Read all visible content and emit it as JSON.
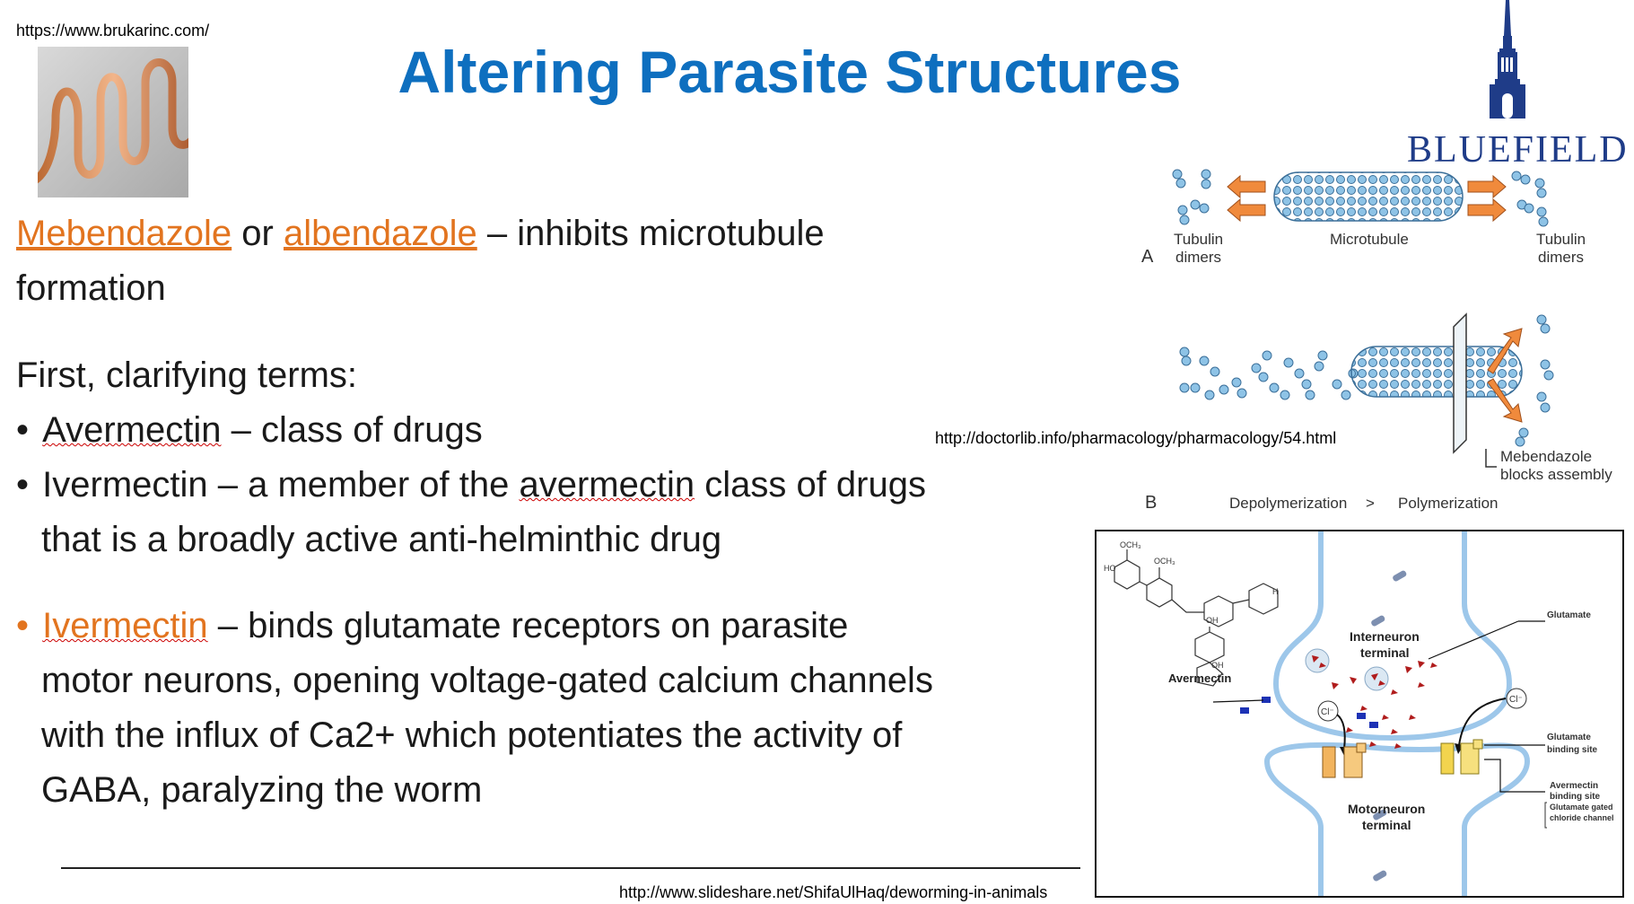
{
  "source_top": "https://www.brukarinc.com/",
  "title": "Altering Parasite Structures",
  "para1": {
    "drug1": "Mebendazole",
    "connector": " or ",
    "drug2": "albendazole",
    "rest_line1": " – inhibits microtubule",
    "line2": "formation"
  },
  "terms_heading": "First, clarifying terms:",
  "bullets": [
    {
      "bullet": "•",
      "term": "Avermectin",
      "rest": " – class of drugs"
    },
    {
      "bullet": "•",
      "prefix": "Ivermectin – a member of the ",
      "term": "avermectin",
      "rest": " class of drugs",
      "line2": "that is a broadly active anti-helminthic drug"
    }
  ],
  "bullet3": {
    "bullet": "•",
    "term": "Ivermectin",
    "line1_rest": " – binds glutamate receptors on parasite",
    "line2": "motor neurons, opening voltage-gated calcium channels",
    "line3": "with the influx of Ca2+ which potentiates the activity of",
    "line4": "GABA, paralyzing the worm"
  },
  "source_bottom": "http://www.slideshare.net/ShifaUlHaq/deworming-in-animals",
  "source_middle": "http://doctorlib.info/pharmacology/pharmacology/54.html",
  "logo": {
    "word": "BLUEFIELD"
  },
  "microtubule_figure": {
    "panel_a": "A",
    "panel_b": "B",
    "tubulin_left": [
      "Tubulin",
      "dimers"
    ],
    "microtubule": "Microtubule",
    "tubulin_right": [
      "Tubulin",
      "dimers"
    ],
    "mebendazole_note": [
      "Mebendazole",
      "blocks assembly"
    ],
    "depoly": "Depolymerization",
    "gt": ">",
    "poly": "Polymerization"
  },
  "synapse_figure": {
    "och3_1": "OCH₃",
    "och3_2": "OCH₃",
    "oh_1": "OH",
    "oh_2": "OH",
    "h": "H",
    "ho": "HO",
    "interneuron": [
      "Interneuron",
      "terminal"
    ],
    "glutamate": "Glutamate",
    "avermectin": "Avermectin",
    "cl": "Cl⁻",
    "glutamate_binding": [
      "Glutamate",
      "binding site"
    ],
    "avermectin_binding": [
      "Avermectin",
      "binding site",
      "Glutamate gated",
      "chloride channel"
    ],
    "motorneuron": [
      "Motorneuron",
      "terminal"
    ]
  },
  "colors": {
    "title_blue": "#0e6fbf",
    "link_orange": "#e2741f",
    "logo_navy": "#1f3c88",
    "tubulin_blue": "#8ec3e6",
    "arrow_orange": "#f08a3c",
    "synapse_blue": "#9dc7ea"
  }
}
